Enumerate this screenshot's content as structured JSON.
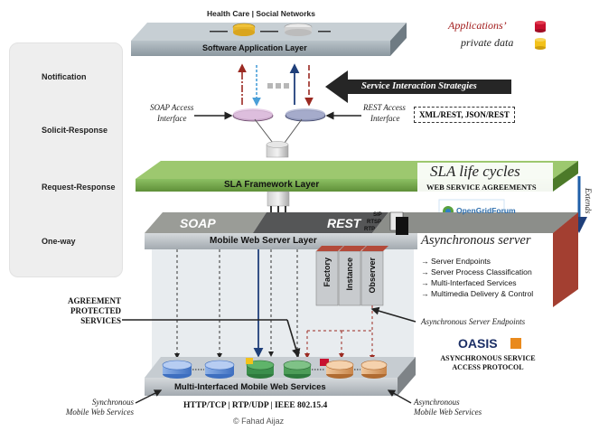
{
  "top": {
    "categories_text": "Health Care | Social Networks",
    "applications_label_line1": "Applications’",
    "applications_label_line2": "private data",
    "software_layer": "Software Application Layer",
    "service_strategies": "Service Interaction Strategies"
  },
  "interfaces": {
    "soap_line1": "SOAP Access",
    "soap_line2": "Interface",
    "rest_line1": "REST Access",
    "rest_line2": "Interface",
    "formats": "XML/REST, JSON/REST"
  },
  "legend": {
    "notification": "Notification",
    "solicit_response": "Solicit-Response",
    "request_response": "Request-Response",
    "one_way": "One-way"
  },
  "sla": {
    "layer": "SLA Framework Layer",
    "lifecycles": "SLA life cycles",
    "agreements": "WEB SERVICE AGREEMENTS",
    "ogf_name": "OpenGridForum",
    "extends": "Extends"
  },
  "mobile": {
    "soap": "SOAP",
    "rest": "REST",
    "protocols": [
      "SIP",
      "RTSP",
      "RTP"
    ],
    "layer": "Mobile Web Server Layer",
    "async_server": "Asynchronous server",
    "columns": [
      "Factory",
      "Instance",
      "Observer"
    ],
    "features": [
      "→ Server Endpoints",
      "→ Server Process Classification",
      "→ Multi-Interfaced Services",
      "→ Multimedia Delivery & Control"
    ],
    "async_endpoints": "Asynchronous Server Endpoints"
  },
  "bottom": {
    "agreement_line1": "AGREEMENT",
    "agreement_line2": "PROTECTED",
    "agreement_line3": "SERVICES",
    "oasis_logo": "OASIS",
    "oasis_line1": "ASYNCHRONOUS SERVICE",
    "oasis_line2": "ACCESS PROTOCOL",
    "multi_layer": "Multi-Interfaced Mobile Web Services",
    "protocols": "HTTP/TCP | RTP/UDP | IEEE 802.15.4",
    "sync_line1": "Synchronous",
    "sync_line2": "Mobile Web Services",
    "async_line1": "Asynchronous",
    "async_line2": "Mobile Web Services",
    "copyright": "© Fahad Aijaz"
  },
  "colors": {
    "layer_top": "#9aa6ae",
    "sla_green": "#77a94c",
    "brick": "#b34a3a",
    "dark_arrow": "#222222",
    "blue_arrow": "#1f3f7a",
    "red_arrow": "#9b2a22",
    "light_blue_arrow": "#4a9fd8"
  }
}
